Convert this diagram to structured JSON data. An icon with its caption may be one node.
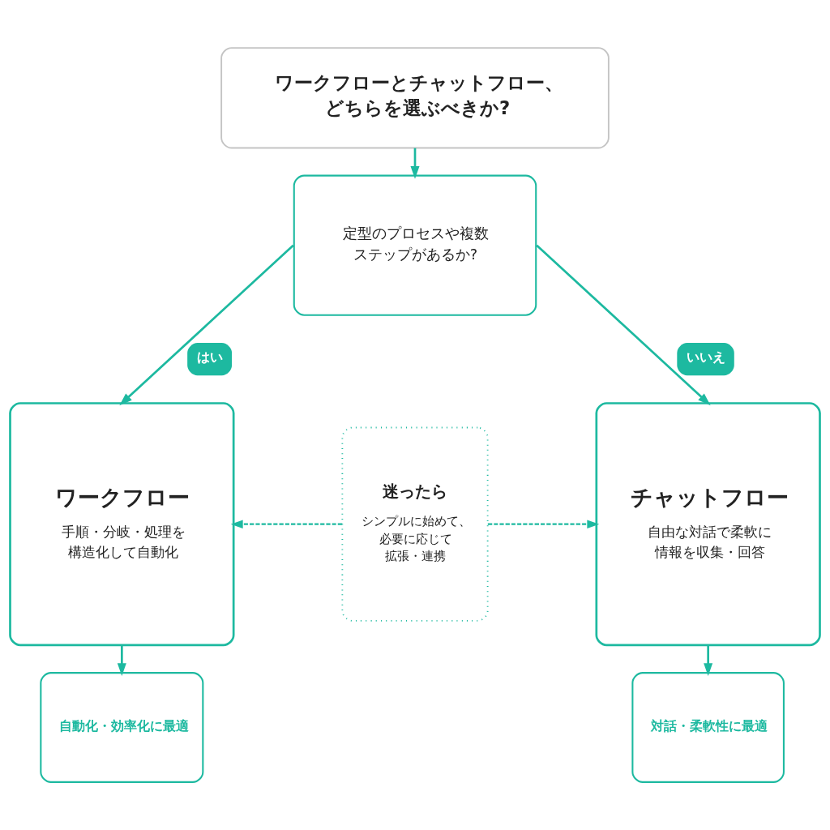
{
  "diagram": {
    "nodes": [
      {
        "text": [
          "ワークフローとチャットフロー、どちらを選ぶべきか?"
        ]
      },
      {
        "text": [
          "定型のプロセスや複数ステップがあるか?"
        ]
      },
      {
        "text": [
          "ワークフロー",
          "手順・分岐・処理を構造化して自動化"
        ]
      },
      {
        "text": [
          "迷ったら",
          "シンプルに始めて、必要に応じて拡張・連携"
        ]
      },
      {
        "text": [
          "チャットフロー",
          "自由な対話で柔軟に情報を収集・回答"
        ]
      },
      {
        "text": [
          "自動化・効率化に最適"
        ]
      },
      {
        "text": [
          "対話・柔軟性に最適"
        ]
      }
    ],
    "edges": [
      {
        "from": 0,
        "to": 1,
        "arrow": "to"
      },
      {
        "from": 1,
        "to": 2,
        "arrow": "to",
        "label": "はい"
      },
      {
        "from": 1,
        "to": 4,
        "arrow": "to",
        "label": "いいえ"
      },
      {
        "from": 3,
        "to": 2,
        "arrow": "to",
        "style": "dashed"
      },
      {
        "from": 3,
        "to": 4,
        "arrow": "to",
        "style": "dashed"
      },
      {
        "from": 2,
        "to": 5,
        "arrow": "to"
      },
      {
        "from": 4,
        "to": 6,
        "arrow": "to"
      }
    ]
  }
}
